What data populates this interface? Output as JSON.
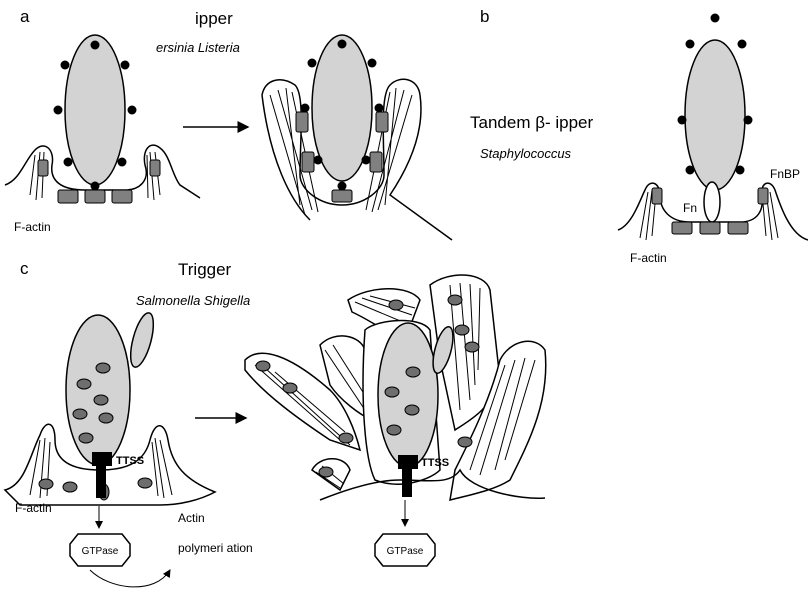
{
  "panel_a": {
    "letter": "a",
    "title": "ipper",
    "subtitle": "ersinia  Listeria",
    "factin_label": "F-actin"
  },
  "panel_b": {
    "letter": "b",
    "title": "Tandem β- ipper",
    "subtitle": "Staphylococcus",
    "fn_label": "Fn",
    "fnbp_label": "FnBP",
    "factin_label": "F-actin"
  },
  "panel_c": {
    "letter": "c",
    "title": "Trigger",
    "subtitle": "Salmonella  Shigella",
    "ttss_label_left": "TTSS",
    "ttss_label_right": "TTSS",
    "factin_label": "F-actin",
    "gtpase_left": "GTPase",
    "gtpase_right": "GTPase",
    "actin_line1": "Actin",
    "actin_line2": "polymeri ation"
  },
  "colors": {
    "bacterium_fill": "#d3d3d3",
    "receptor_fill": "#808080",
    "effector_fill": "#6e6e6e",
    "outline": "#000000"
  }
}
